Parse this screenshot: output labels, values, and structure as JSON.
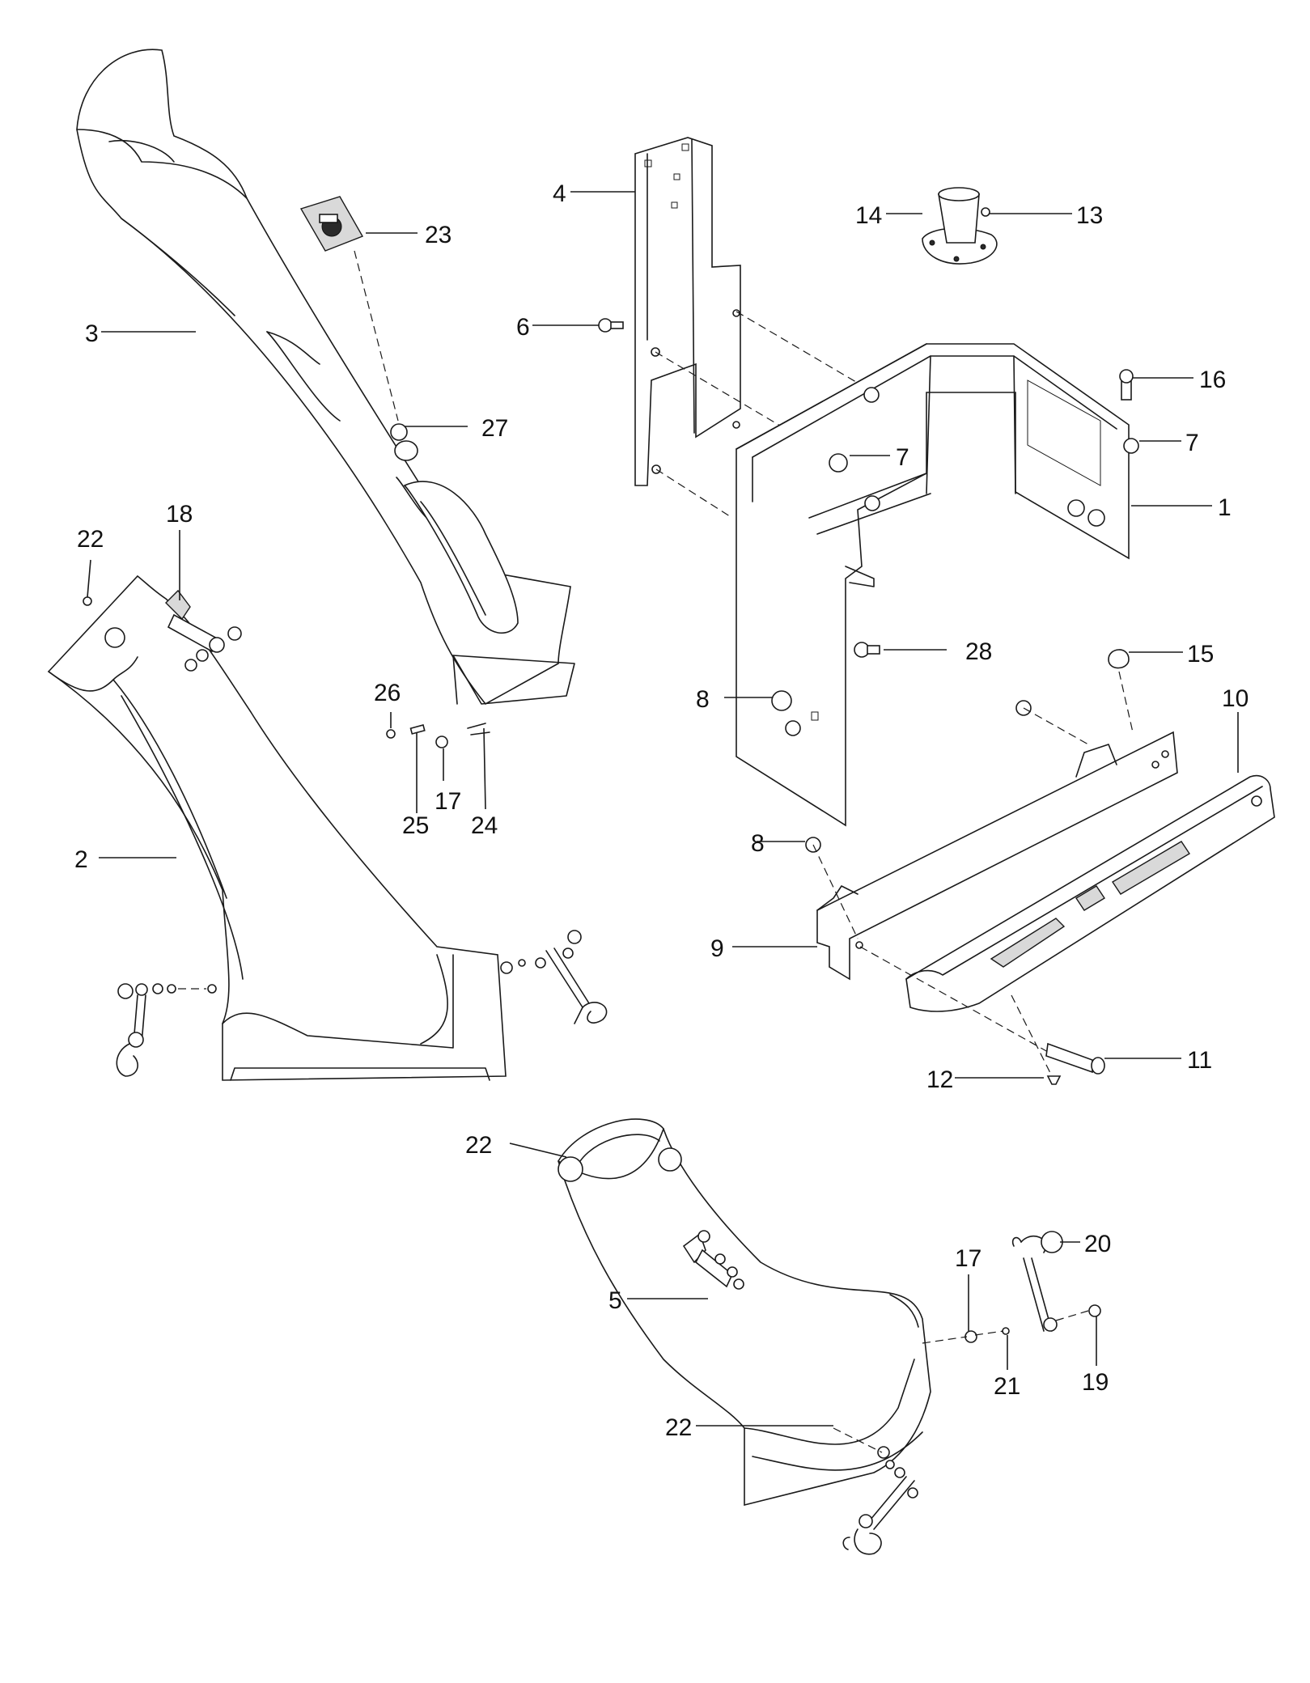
{
  "callouts": [
    {
      "label": "1"
    },
    {
      "label": "2"
    },
    {
      "label": "3"
    },
    {
      "label": "4"
    },
    {
      "label": "5"
    },
    {
      "label": "6"
    },
    {
      "label": "7"
    },
    {
      "label": "7"
    },
    {
      "label": "8"
    },
    {
      "label": "8"
    },
    {
      "label": "9"
    },
    {
      "label": "10"
    },
    {
      "label": "11"
    },
    {
      "label": "12"
    },
    {
      "label": "13"
    },
    {
      "label": "14"
    },
    {
      "label": "15"
    },
    {
      "label": "16"
    },
    {
      "label": "17"
    },
    {
      "label": "17"
    },
    {
      "label": "18"
    },
    {
      "label": "19"
    },
    {
      "label": "20"
    },
    {
      "label": "21"
    },
    {
      "label": "22"
    },
    {
      "label": "22"
    },
    {
      "label": "22"
    },
    {
      "label": "23"
    },
    {
      "label": "24"
    },
    {
      "label": "25"
    },
    {
      "label": "26"
    },
    {
      "label": "27"
    },
    {
      "label": "28"
    }
  ]
}
